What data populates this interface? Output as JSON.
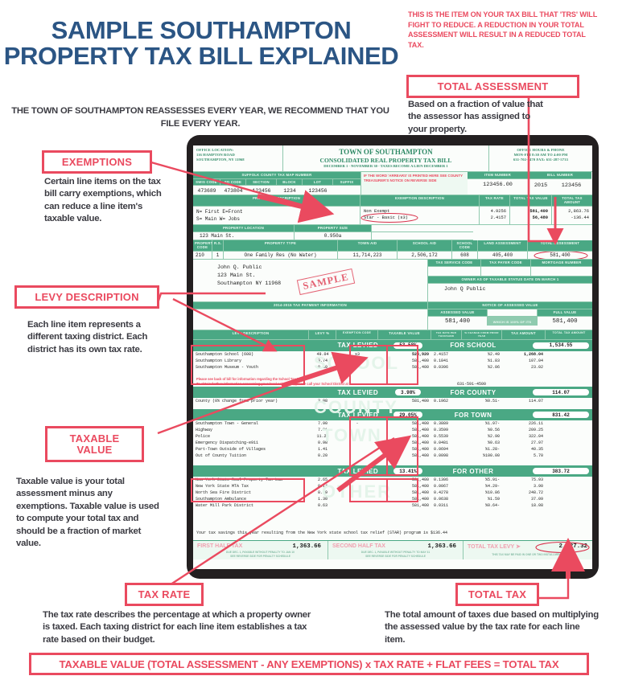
{
  "headline": "SAMPLE SOUTHAMPTON PROPERTY TAX BILL EXPLAINED",
  "subhead": "THE TOWN OF SOUTHAMPTON REASSESSES EVERY YEAR, WE RECOMMEND THAT YOU FILE EVERY YEAR.",
  "colors": {
    "headline_blue": "#2b5584",
    "accent_red": "#ea4a5f",
    "bill_green": "#4aa884",
    "body_gray": "#3b3b42",
    "tablet_frame": "#231f20"
  },
  "callouts": {
    "total_assessment": {
      "note": "THIS IS THE ITEM ON YOUR TAX BILL THAT 'TRS' WILL FIGHT TO REDUCE.  A REDUCTION IN YOUR TOTAL ASSESSMENT WILL RESULT IN A REDUCED TOTAL TAX.",
      "tag": "TOTAL ASSESSMENT",
      "blurb": "Based on a fraction of value that the assessor has assigned to your property."
    },
    "exemptions": {
      "tag": "EXEMPTIONS",
      "blurb": "Certain line items on the tax bill carry exemptions, which can reduce a line item's taxable value."
    },
    "levy_description": {
      "tag": "LEVY DESCRIPTION",
      "blurb": "Each line item represents a different taxing district. Each district has its own tax rate."
    },
    "taxable_value": {
      "tag": "TAXABLE VALUE",
      "blurb": "Taxable value is your total assessment minus any exemptions. Taxable value is used to compute your total tax and should be a fraction of market value."
    },
    "tax_rate": {
      "tag": "TAX RATE",
      "blurb": "The tax rate describes the percentage at which a property owner is taxed.  Each taxing district for each line item establishes a tax rate based on their budget."
    },
    "total_tax": {
      "tag": "TOTAL TAX",
      "blurb": "The total amount of taxes due based on multiplying the assessed value by the tax rate for each line item."
    }
  },
  "formula": "TAXABLE VALUE (TOTAL ASSESSMENT - ANY EXEMPTIONS) x TAX RATE + FLAT FEES = TOTAL TAX",
  "bill": {
    "office_location_label": "OFFICE LOCATION:",
    "office_location_line1": "116 HAMPTON ROAD",
    "office_location_line2": "SOUTHAMPTON, NY 11968",
    "town_title": "TOWN OF SOUTHAMPTON",
    "bill_title": "CONSOLIDATED REAL PROPERTY TAX BILL",
    "bill_period": "DECEMBER 1 - NOVEMBER 30 - TAXES BECOME A LIEN DECEMBER 1",
    "office_hours_label": "OFFICE HOURS & PHONE",
    "office_hours_line1": "MON-FRI 8:30 AM TO 4:00 PM",
    "office_hours_line2": "631-702-2470   FAX: 631-287-5733",
    "tax_map_header": "SUFFOLK COUNTY TAX MAP NUMBER",
    "tax_map_cols": [
      "SWIS CODE",
      "SD CODE",
      "SECTION",
      "BLOCK",
      "LOT",
      "SUFFIX"
    ],
    "tax_map_vals": [
      "473689",
      "473804",
      "123456",
      "1234",
      "123456",
      ""
    ],
    "arrears_notice": "IF THE WORD 'ARREARS' IS PRINTED HERE SEE COUNTY TREASURER'S NOTICE ON REVERSE SIDE",
    "item_number_label": "ITEM NUMBER",
    "item_number": "123456.00",
    "bill_number_label": "BILL NUMBER",
    "bill_year": "2015",
    "bill_number": "123456",
    "property_description_label": "PROPERTY DESCRIPTION",
    "property_description_l1": "N= First  E=Front",
    "property_description_l2": "S= Main   W= Jobs",
    "exemption_description_label": "EXEMPTION DESCRIPTION",
    "exemption_rows": [
      {
        "desc": "Non Exempt",
        "rate": "4.9256",
        "value": "581,400",
        "amount": "2,863.76"
      },
      {
        "desc": "Star - Basic (s3)",
        "rate": "2.4157",
        "value": "56,480",
        "amount": "-136.44"
      }
    ],
    "exemption_cols": [
      "TAX RATE",
      "TOTAL TAX VALUE",
      "TOTAL TAX AMOUNT"
    ],
    "property_location_label": "PROPERTY LOCATION",
    "property_location": "123 Main St.",
    "property_size_label": "PROPERTY SIZE",
    "property_size": "0.950a",
    "prop_cols": [
      "PROPERTY CODE",
      "R.S.",
      "PROPERTY TYPE",
      "TOWN AID",
      "SCHOOL AID",
      "SCHOOL CODE",
      "LAND ASSESSMENT",
      "TOTAL ASSESSMENT"
    ],
    "prop_vals": [
      "210",
      "1",
      "One Family Res (No Water)",
      "11,714,223",
      "2,506,172",
      "608",
      "405,400",
      "581,400"
    ],
    "owner_address": [
      "John Q. Public",
      "123 Main St.",
      "Southampton NY 11968"
    ],
    "sample_stamp": "SAMPLE",
    "service_cols": [
      "TAX SERVICE CODE",
      "TAX PAYER CODE",
      "MORTGAGE NUMBER"
    ],
    "owner_status_label": "OWNER AS OF TAXABLE STATUS DATE ON MARCH 1",
    "owner_status_name": "John Q Public",
    "payment_info_label": "2014-2015 TAX PAYMENT INFORMATION",
    "notice_label": "NOTICE OF ASSESSED VALUE",
    "assessed_value_label": "ASSESSED VALUE",
    "assessed_value": "581,400",
    "which_is_label": "WHICH IS 100% OF ITS",
    "full_value_label": "FULL VALUE",
    "full_value": "581,400",
    "levy_cols": [
      "LEVY DESCRIPTION",
      "LEVY %",
      "EXEMPTION CODE",
      "TAXABLE VALUE",
      "TAX RATE PER THOUSAND",
      "% CHANGE FROM PRIOR YEAR",
      "TAX AMOUNT",
      "TOTAL TAX AMOUNT"
    ],
    "school_note_l1": "Please see back of bill for information regarding the School Tax Levy.",
    "school_note_l2": "To obtain further information concerning your local school tax, please call your School District at",
    "school_phone": "631-591-4500",
    "star_note": "Your tax savings this year resulting from the New York state school tax relief (STAR) program is $136.44",
    "tax_levied_label": "TAX LEVIED",
    "groups": [
      {
        "for_label": "FOR SCHOOL",
        "levy_pct": "53.58%",
        "total": "1,534.55",
        "watermark": "SCHOOL",
        "rows": [
          {
            "desc": "Southampton School (608)",
            "levy": "49.04",
            "exempt": "s3",
            "taxable": "524,920",
            "rate": "2.4157",
            "chg": "%2.49",
            "amount": "1,268.04"
          },
          {
            "desc": "Southampton Library",
            "levy": "3.74",
            "exempt": "",
            "taxable": "581,400",
            "rate": "0.1841",
            "chg": "%1.83",
            "amount": "107.04"
          },
          {
            "desc": "Southampton Museum - Youth",
            "levy": "0.80",
            "exempt": "",
            "taxable": "581,400",
            "rate": "0.0396",
            "chg": "%2.06",
            "amount": "23.02"
          }
        ]
      },
      {
        "for_label": "FOR COUNTY",
        "levy_pct": "3.98%",
        "total": "114.07",
        "watermark": "COUNTY",
        "rows": [
          {
            "desc": "County (0% change from prior year)",
            "levy": "3.98",
            "exempt": "",
            "taxable": "581,400",
            "rate": "0.1962",
            "chg": "%0.51-",
            "amount": "114.07"
          }
        ]
      },
      {
        "for_label": "FOR TOWN",
        "levy_pct": "29.05%",
        "total": "831.42",
        "watermark": "TOWN",
        "rows": [
          {
            "desc": "Southampton Town - General",
            "levy": "7.90",
            "exempt": "-",
            "taxable": "581,400",
            "rate": "0.3889",
            "chg": "%1.97-",
            "amount": "226.11"
          },
          {
            "desc": "Highway",
            "levy": "7.31",
            "exempt": "",
            "taxable": "581,400",
            "rate": "0.3599",
            "chg": "%0.56",
            "amount": "209.25"
          },
          {
            "desc": "Police",
            "levy": "11.25",
            "exempt": "",
            "taxable": "581,400",
            "rate": "0.5539",
            "chg": "%2.90",
            "amount": "322.04"
          },
          {
            "desc": "Emergency Dispatching-e911",
            "levy": "0.98",
            "exempt": "",
            "taxable": "581,400",
            "rate": "0.0481",
            "chg": "%0.63",
            "amount": "27.97"
          },
          {
            "desc": "Part-Town Outside of Villages",
            "levy": "1.41",
            "exempt": "",
            "taxable": "581,400",
            "rate": "0.0694",
            "chg": "%1.28-",
            "amount": "40.35"
          },
          {
            "desc": "Out of County Tuition",
            "levy": "0.20",
            "exempt": "",
            "taxable": "581,400",
            "rate": "0.0098",
            "chg": "%100.00",
            "amount": "5.70"
          }
        ]
      },
      {
        "for_label": "FOR OTHER",
        "levy_pct": "13.41%",
        "total": "383.72",
        "watermark": "OTHER",
        "rows": [
          {
            "desc": "New York State Real Property Tax Law",
            "levy": "2.65",
            "exempt": "",
            "taxable": "581,400",
            "rate": "0.1306",
            "chg": "%5.91-",
            "amount": "75.93"
          },
          {
            "desc": "New York State MTA Tax",
            "levy": "0.14",
            "exempt": "",
            "taxable": "581,400",
            "rate": "0.0067",
            "chg": "%4.29-",
            "amount": "3.90"
          },
          {
            "desc": "North Sea Fire District",
            "levy": "8.69",
            "exempt": "",
            "taxable": "581,400",
            "rate": "0.4278",
            "chg": "%10.86",
            "amount": "248.72"
          },
          {
            "desc": "Southampton Ambulance",
            "levy": "1.30",
            "exempt": "",
            "taxable": "581,400",
            "rate": "0.0638",
            "chg": "%1.59",
            "amount": "37.09"
          },
          {
            "desc": "Water Mill Park District",
            "levy": "0.63",
            "exempt": "",
            "taxable": "581,400",
            "rate": "0.0311",
            "chg": "%0.64-",
            "amount": "18.08"
          }
        ]
      }
    ],
    "footer": {
      "first_half_label": "FIRST HALF TAX",
      "first_half_amount": "1,363.66",
      "first_half_note_l1": "DUE DEC. 1, PAYABLE WITHOUT PENALTY TO JAN 10",
      "first_half_note_l2": "SEE REVERSE SIDE FOR PENALTY SCHEDULE",
      "second_half_label": "SECOND HALF TAX",
      "second_half_amount": "1,363.66",
      "second_half_note_l1": "DUE DEC. 1, PAYABLE WITHOUT PENALTY TO MAY 31",
      "second_half_note_l2": "SEE REVERSE SIDE FOR PENALTY SCHEDULE",
      "total_levy_label": "TOTAL TAX LEVY",
      "total_levy_amount": "2,727.32",
      "total_levy_note": "THIS TAX MAY BE PAID IN ONE OR TWO INSTALLMENTS"
    }
  }
}
